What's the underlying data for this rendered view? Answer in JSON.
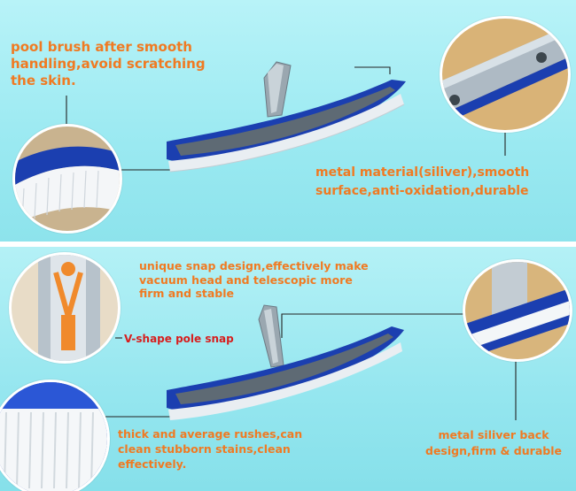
{
  "top_panel": {
    "label_handling": [
      "pool brush after smooth",
      "handling,avoid scratching",
      "the skin."
    ],
    "label_metal": [
      "metal material(siliver),smooth",
      "surface,anti-oxidation,durable"
    ]
  },
  "bottom_panel": {
    "label_snap": [
      "unique snap design,effectively make",
      "vacuum head and telescopic more",
      "firm and stable"
    ],
    "label_vshape": "V-shape pole snap",
    "label_bristles": [
      "thick and average rushes,can",
      "clean stubborn stains,clean",
      "effectively."
    ],
    "label_back": [
      "metal siliver back",
      "design,firm & durable"
    ]
  },
  "colors": {
    "label_orange": "#f07a22",
    "snap_red": "#d71e1e",
    "brush_blue": "#1b3fb0",
    "background_cyan": "#9ae9f1"
  }
}
